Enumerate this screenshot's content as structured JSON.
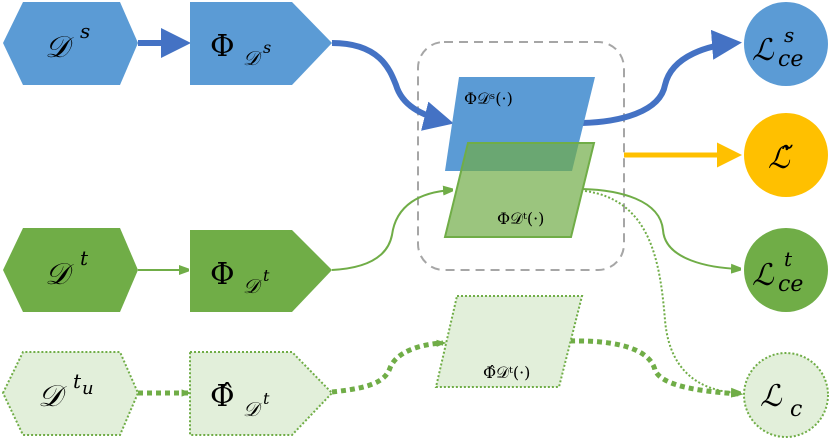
{
  "nodes": {
    "source_data": {
      "base": "𝒟",
      "sup": "s"
    },
    "target_data": {
      "base": "𝒟",
      "sup": "t"
    },
    "unlabeled_target_data": {
      "base": "𝒟",
      "sup": "t",
      "subsup": "u"
    },
    "source_net": {
      "base": "Φ",
      "sub": "𝒟",
      "subsup": "s"
    },
    "target_net": {
      "base": "Φ",
      "sub": "𝒟",
      "subsup": "t"
    },
    "target_net_hat": {
      "base": "Φ̂",
      "sub": "𝒟",
      "subsup": "t"
    },
    "source_feat": {
      "label": "Φ𝒟ˢ(·)"
    },
    "target_feat": {
      "label": "Φ𝒟ᵗ(·)"
    },
    "target_feat_hat": {
      "label": "Φ̂𝒟ᵗ(·)"
    },
    "loss_source_ce": {
      "base": "ℒ",
      "sup": "s",
      "sub": "ce"
    },
    "loss_tilde": {
      "base": "ℒ̃"
    },
    "loss_target_ce": {
      "base": "ℒ",
      "sup": "t",
      "sub": "ce"
    },
    "loss_consistency": {
      "base": "ℒ",
      "sub": "c"
    }
  },
  "colors": {
    "blue": "#5B9BD5",
    "blue_arrow": "#4472C4",
    "green": "#70AD47",
    "light_green": "#E2EFDA",
    "yellow": "#FFC000",
    "gray": "#A6A6A6"
  }
}
